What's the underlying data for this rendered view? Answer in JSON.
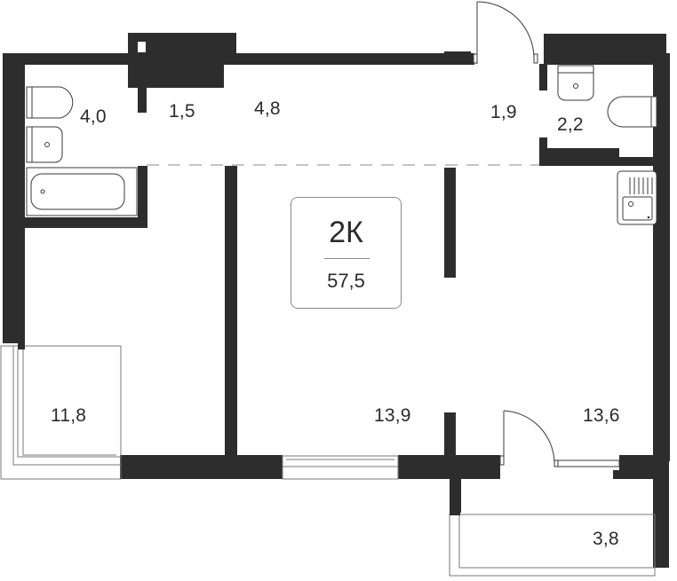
{
  "apartment": {
    "type_label": "2К",
    "total_area": "57,5"
  },
  "rooms": [
    {
      "id": "bathroom",
      "area": "4,0"
    },
    {
      "id": "wardrobe",
      "area": "1,5"
    },
    {
      "id": "hallway",
      "area": "4,8"
    },
    {
      "id": "entrance-hall",
      "area": "1,9"
    },
    {
      "id": "toilet",
      "area": "2,2"
    },
    {
      "id": "bedroom",
      "area": "11,8"
    },
    {
      "id": "living-room",
      "area": "13,9"
    },
    {
      "id": "kitchen",
      "area": "13,6"
    },
    {
      "id": "balcony",
      "area": "3,8"
    }
  ],
  "colors": {
    "wall": "#2d2d2d",
    "fixture_line": "#3a3a3a",
    "dashed_line": "#b0b0b0",
    "background": "#ffffff"
  },
  "icons": {
    "toilet": "toilet-icon",
    "sink": "sink-icon",
    "bathtub": "bathtub-icon",
    "stove": "kitchen-sink-icon",
    "door": "door-swing-icon",
    "window": "window-icon"
  }
}
